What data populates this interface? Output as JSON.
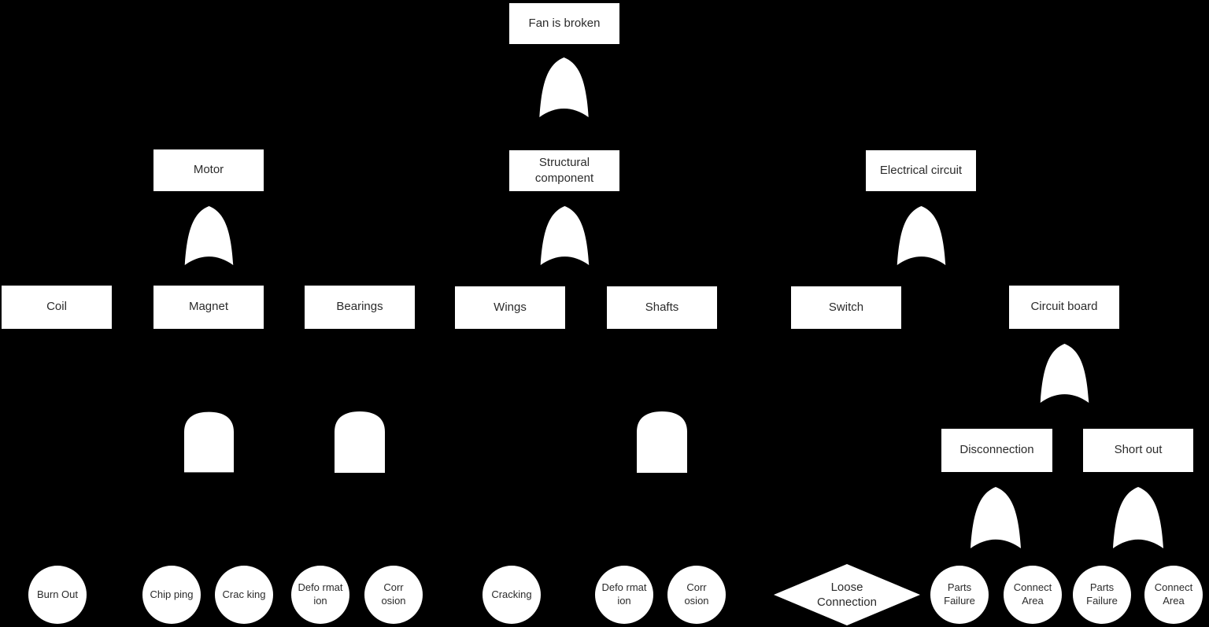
{
  "colors": {
    "background": "#000000",
    "node_fill": "#ffffff",
    "node_text": "#2b2b2b"
  },
  "diagram_type": "fault-tree",
  "tree": {
    "root": {
      "label": "Fan is broken",
      "gate": "OR"
    },
    "branches": [
      {
        "label": "Motor",
        "gate": "OR",
        "children": [
          {
            "label": "Coil",
            "gate": null,
            "events": [
              {
                "label": "Burn Out",
                "shape": "circle"
              }
            ]
          },
          {
            "label": "Magnet",
            "gate": "AND",
            "events": [
              {
                "label": "Chip ping",
                "shape": "circle"
              },
              {
                "label": "Crac king",
                "shape": "circle"
              }
            ]
          },
          {
            "label": "Bearings",
            "gate": "AND",
            "events": [
              {
                "label": "Defo rmat ion",
                "shape": "circle"
              },
              {
                "label": "Corr osion",
                "shape": "circle"
              }
            ]
          }
        ]
      },
      {
        "label": "Structural component",
        "gate": "OR",
        "children": [
          {
            "label": "Wings",
            "gate": null,
            "events": [
              {
                "label": "Cracking",
                "shape": "circle"
              }
            ]
          },
          {
            "label": "Shafts",
            "gate": "AND",
            "events": [
              {
                "label": "Defo rmat ion",
                "shape": "circle"
              },
              {
                "label": "Corr osion",
                "shape": "circle"
              }
            ]
          }
        ]
      },
      {
        "label": "Electrical circuit",
        "gate": "OR",
        "children": [
          {
            "label": "Switch",
            "gate": null,
            "events": [
              {
                "label": "Loose Connection",
                "shape": "diamond"
              }
            ]
          },
          {
            "label": "Circuit board",
            "gate": "OR",
            "children": [
              {
                "label": "Disconnection",
                "gate": "OR",
                "events": [
                  {
                    "label": "Parts Failure",
                    "shape": "circle"
                  },
                  {
                    "label": "Connect Area",
                    "shape": "circle"
                  }
                ]
              },
              {
                "label": "Short out",
                "gate": "OR",
                "events": [
                  {
                    "label": "Parts Failure",
                    "shape": "circle"
                  },
                  {
                    "label": "Connect Area",
                    "shape": "circle"
                  }
                ]
              }
            ]
          }
        ]
      }
    ]
  }
}
